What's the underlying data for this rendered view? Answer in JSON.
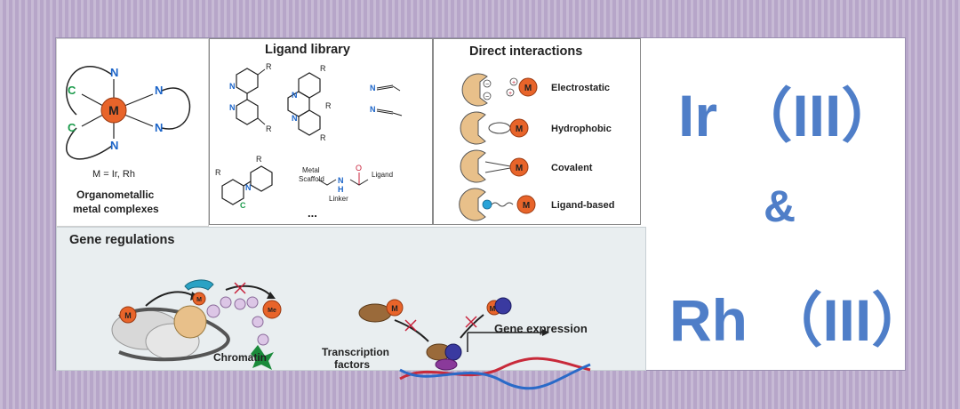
{
  "complex_panel": {
    "metal": "M",
    "atom_n": "N",
    "atom_c": "C",
    "metal_caption": "M = Ir, Rh",
    "caption_line1": "Organometallic",
    "caption_line2": "metal complexes"
  },
  "ligand_panel": {
    "title": "Ligand library",
    "r": "R",
    "n": "N",
    "c": "C",
    "h": "H",
    "o": "O",
    "metal_scaffold_1": "Metal",
    "metal_scaffold_2": "Scaffold",
    "ligand": "Ligand",
    "linker": "Linker",
    "ellipsis": "..."
  },
  "direct_panel": {
    "title": "Direct interactions",
    "items": [
      {
        "label": "Electrostatic"
      },
      {
        "label": "Hydrophobic"
      },
      {
        "label": "Covalent"
      },
      {
        "label": "Ligand-based"
      }
    ],
    "metal": "M",
    "minus": "−",
    "plus": "+"
  },
  "gene_panel": {
    "title": "Gene regulations",
    "metal": "M",
    "me": "Me",
    "chromatin": "Chromatin",
    "tf_line1": "Transcription",
    "tf_line2": "factors",
    "gene_expression": "Gene expression"
  },
  "headline": {
    "line1": "Ir （III）",
    "line2": "&",
    "line3": "Rh （III）",
    "color": "#4f7ec8"
  },
  "colors": {
    "metal_orange": "#e8642a",
    "pocket_tan": "#e8c08a",
    "atom_blue": "#1b64c8",
    "atom_green": "#1a9a4a",
    "background_purple": "#b7a6c9"
  }
}
